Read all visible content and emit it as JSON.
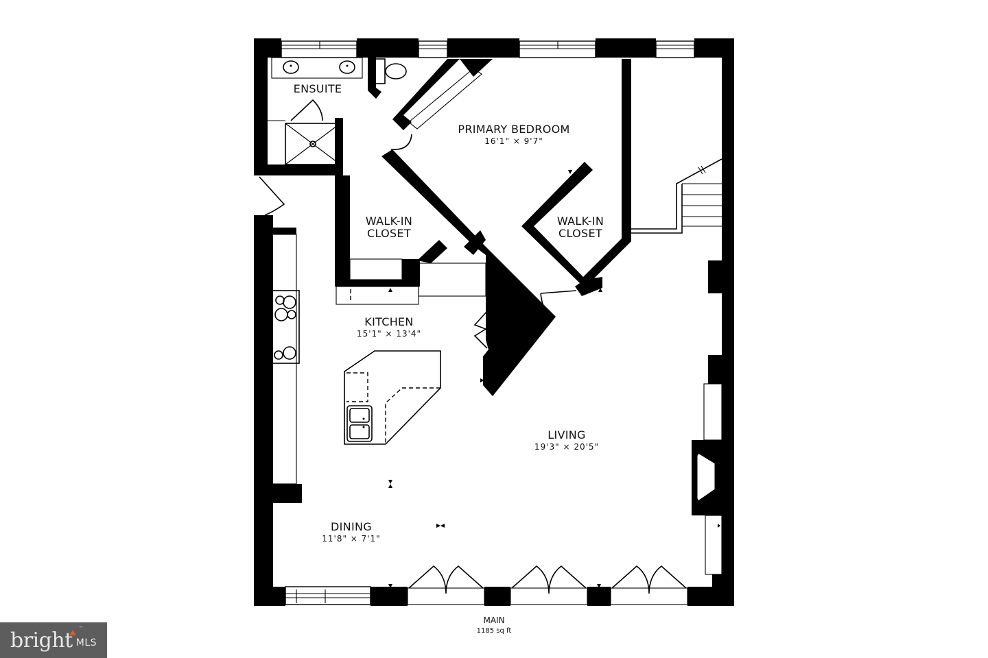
{
  "floor_plan": {
    "level_name": "MAIN",
    "total_area": "1185 sq ft",
    "rooms": [
      {
        "name": "ENSUITE",
        "dimensions": ""
      },
      {
        "name": "PRIMARY BEDROOM",
        "dimensions": "16'1\" × 9'7\""
      },
      {
        "name": "WALK-IN\nCLOSET",
        "line1": "WALK-IN",
        "line2": "CLOSET",
        "dimensions": ""
      },
      {
        "name": "WALK-IN\nCLOSET",
        "line1": "WALK-IN",
        "line2": "CLOSET",
        "dimensions": ""
      },
      {
        "name": "KITCHEN",
        "dimensions": "15'1\" × 13'4\""
      },
      {
        "name": "LIVING",
        "dimensions": "19'3\" × 20'5\""
      },
      {
        "name": "DINING",
        "dimensions": "11'8\" × 7'1\""
      }
    ],
    "fixtures": [
      "double-vanity-sinks",
      "toilet",
      "shower",
      "range-cooktop",
      "kitchen-island",
      "double-sink",
      "fireplace",
      "staircase",
      "french-doors"
    ]
  },
  "logo": {
    "brand": "bright",
    "suffix": "MLS",
    "trademark": "™",
    "accent_color": "#e05a2a",
    "background_color": "#5d5d5d"
  },
  "colors": {
    "wall": "#000000",
    "background": "#ffffff"
  }
}
